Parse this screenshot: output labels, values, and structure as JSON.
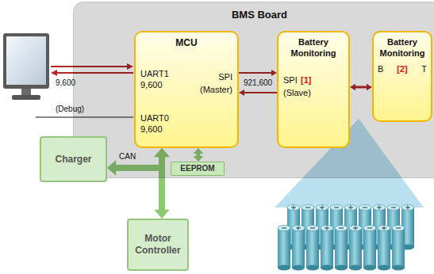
{
  "diagram": {
    "nodes": [
      {
        "text": [
          "BMS Board"
        ]
      },
      {
        "text": [
          "MCU",
          "UART1",
          "9,600",
          "SPI",
          "(Master)",
          "UART0",
          "9,600"
        ],
        "in": 0
      },
      {
        "text": [
          "Battery Monitoring",
          "SPI",
          "[1]",
          "(Slave)"
        ],
        "in": 0
      },
      {
        "text": [
          "Battery Monitoring",
          "B",
          "[2]",
          "T"
        ],
        "in": 0
      },
      {
        "text": [
          "EEPROM"
        ],
        "in": 0
      },
      {
        "text": [
          "Charger"
        ]
      },
      {
        "text": [
          "Motor Controller"
        ]
      }
    ],
    "edges": [
      {
        "from": 1,
        "to": 2,
        "arrow": "to",
        "label": "921,600"
      },
      {
        "from": 2,
        "to": 1,
        "arrow": "to"
      },
      {
        "from": 2,
        "to": 3,
        "arrow": "both"
      },
      {
        "from": 1,
        "to": 5,
        "arrow": "both",
        "label": "CAN"
      },
      {
        "from": 1,
        "to": 6,
        "arrow": "both"
      },
      {
        "from": 1,
        "to": 4,
        "arrow": "both"
      }
    ],
    "labels": [
      "9,600",
      "(Debug)"
    ]
  }
}
